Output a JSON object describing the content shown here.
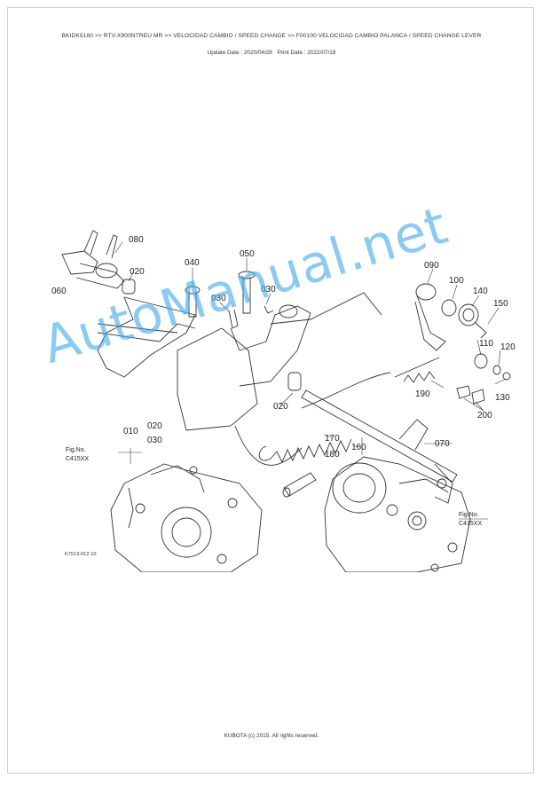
{
  "header": {
    "breadcrumb": "BKIDK5180 >> RTV-X900NTREU MR >> VELOCIDAD CAMBIO / SPEED CHANGE >> F00100   VELOCIDAD CAMBIO PALANCA / SPEED CHANGE LEVER",
    "update_date": "Update Date : 2020/04/28",
    "print_date": "Print Date : 2022/07/19"
  },
  "diagram": {
    "callouts": [
      "080",
      "040",
      "050",
      "020",
      "060",
      "030",
      "030",
      "090",
      "100",
      "140",
      "150",
      "110",
      "120",
      "190",
      "130",
      "200",
      "020",
      "010",
      "020",
      "030",
      "170",
      "160",
      "180",
      "070"
    ],
    "fig_ref_left": [
      "Fig.No.",
      "C415XX"
    ],
    "fig_ref_right": [
      "Fig.No.",
      "C415XX"
    ],
    "figure_code": "K7513-012-10"
  },
  "watermark": "AutoManual.net",
  "footer": {
    "copyright": "KUBOTA (c) 2015. All rights reserved."
  }
}
